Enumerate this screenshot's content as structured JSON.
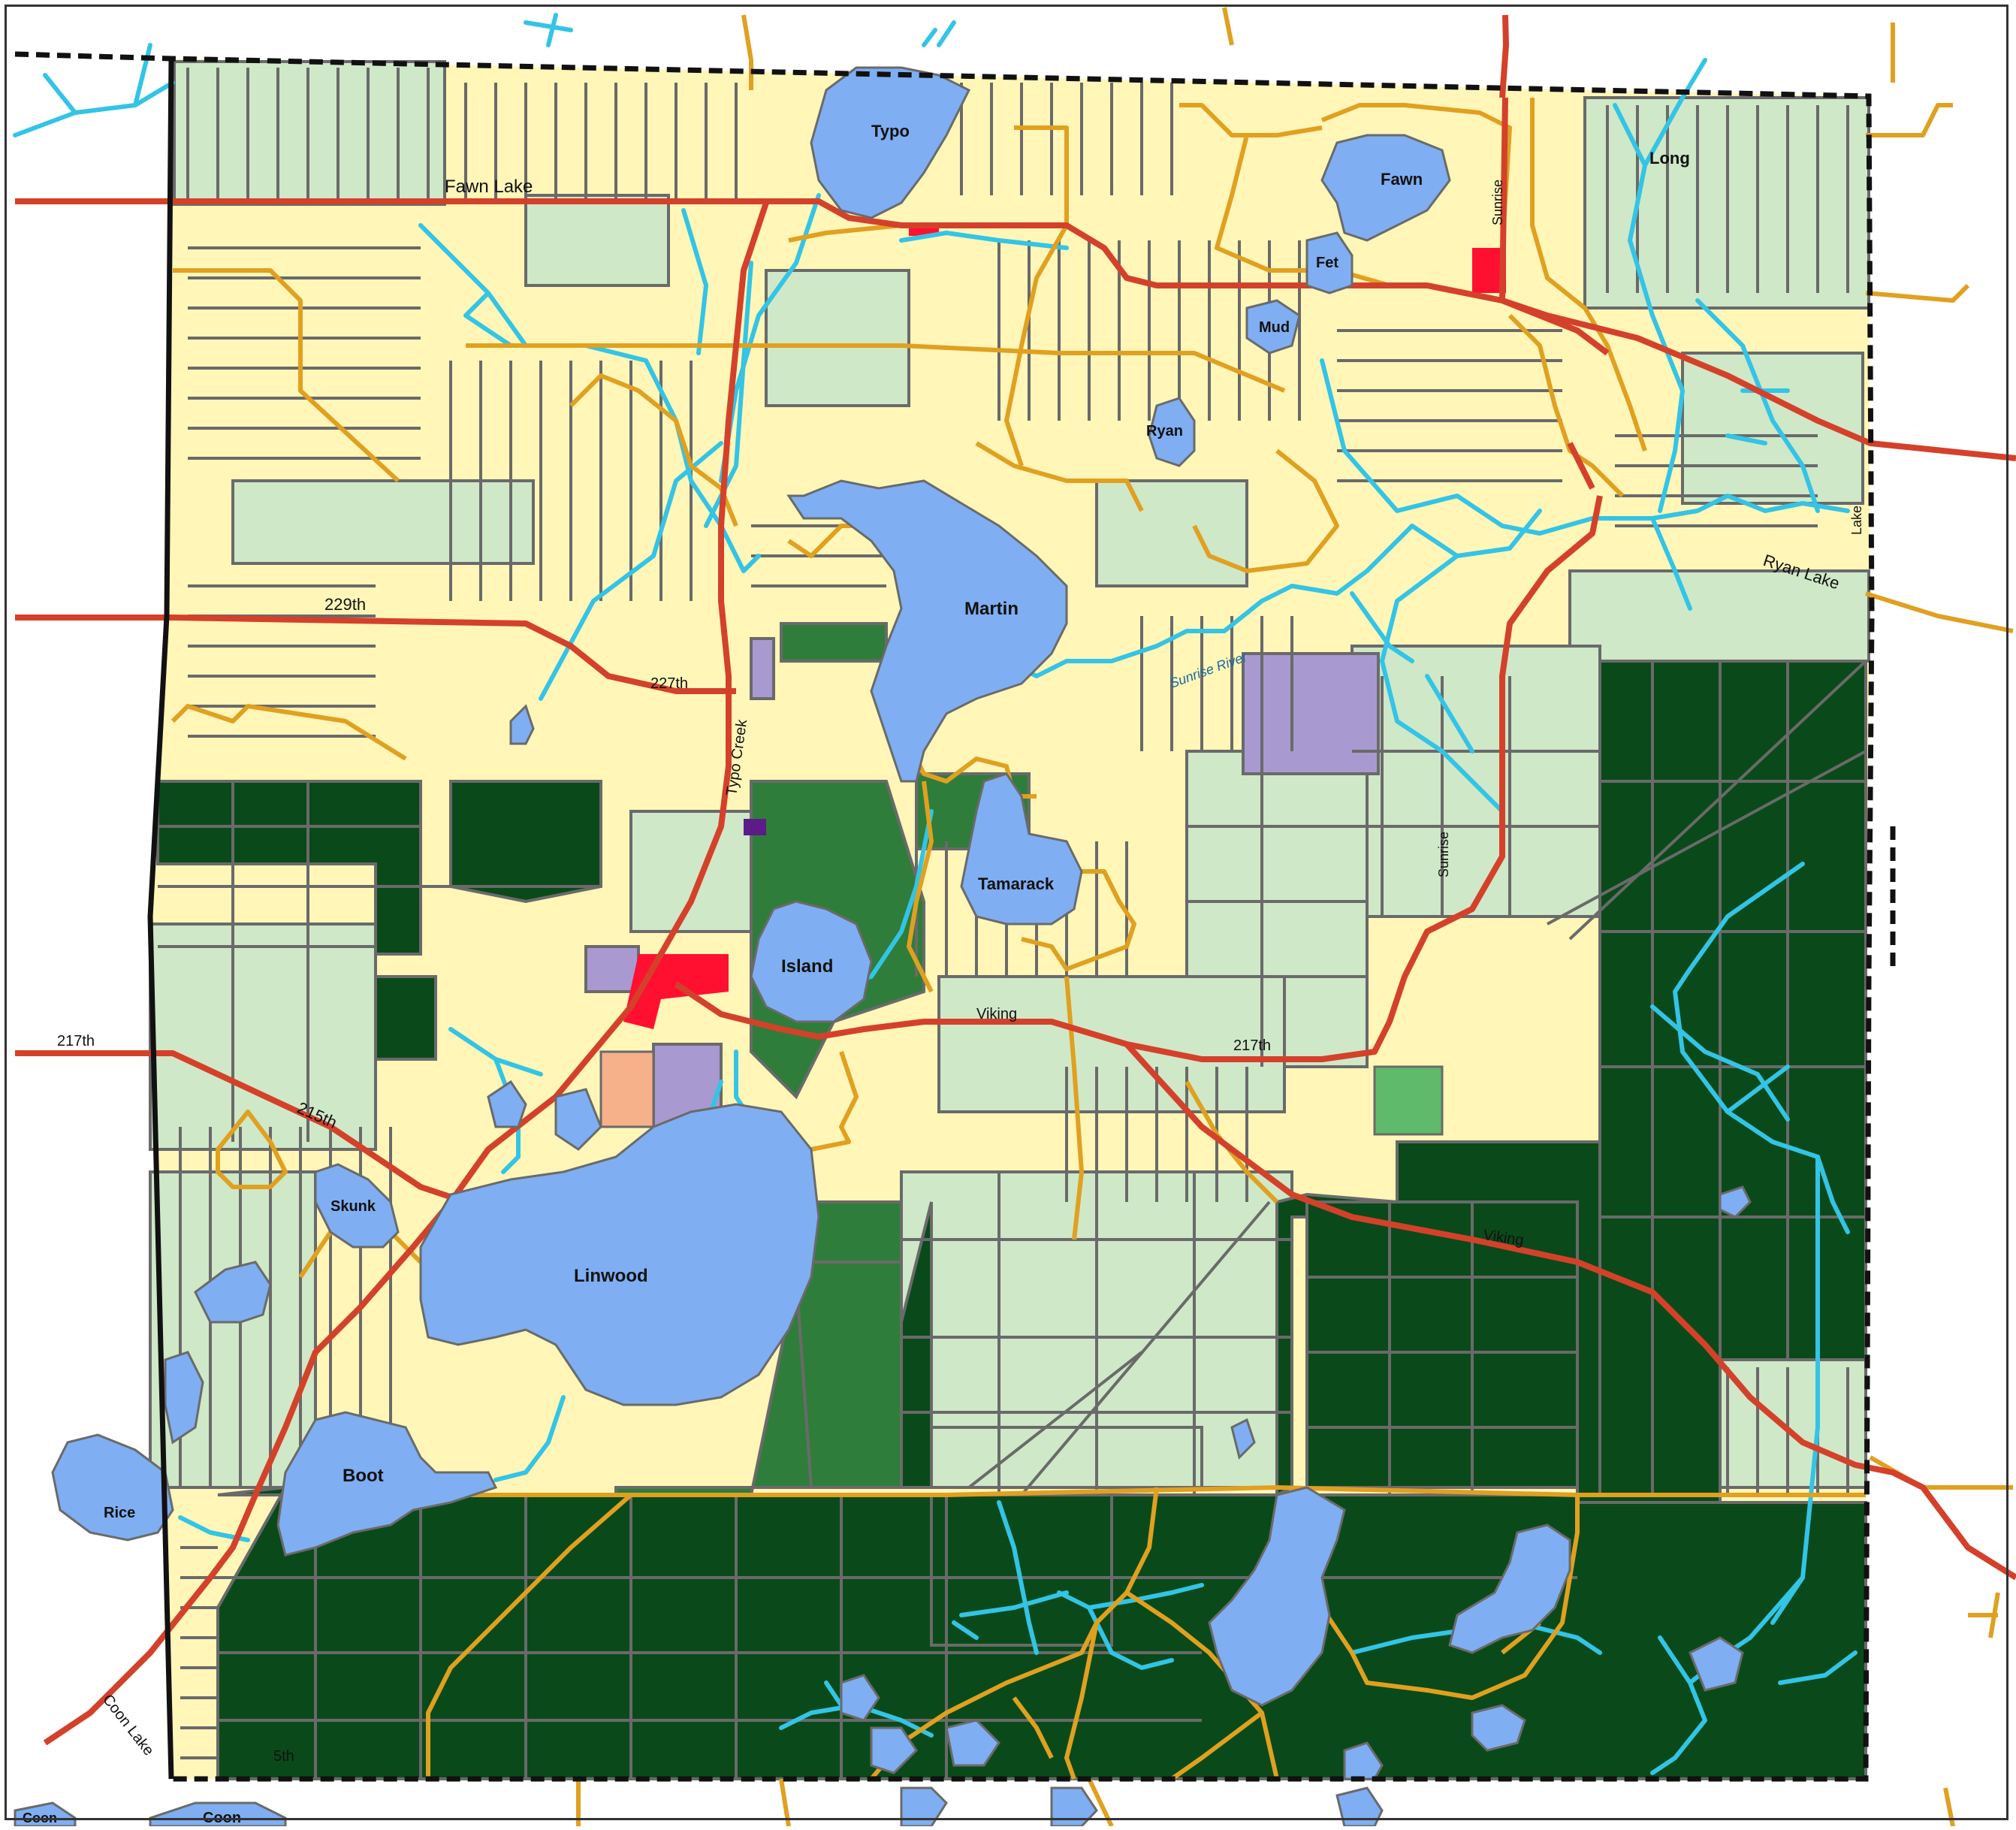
{
  "colors": {
    "background": "#ffffff",
    "water": "#7faef2",
    "stream": "#33c4e6",
    "major_road": "#d4412b",
    "county_road": "#e0a020",
    "parcel_line": "#6a6a6a",
    "residential": "#fff6b8",
    "rural": "#cfe8c8",
    "forest": "#0a4a1a",
    "park": "#2f7d3a",
    "park_light": "#5fba6b",
    "institutional": "#a89ad0",
    "commercial": "#ff1030",
    "commercial_light": "#f6b08a",
    "industrial": "#5b1c8a",
    "boundary": "#111111"
  },
  "lakes": {
    "typo": "Typo",
    "fawn": "Fawn",
    "fet": "Fet",
    "mud": "Mud",
    "ryan": "Ryan",
    "long": "Long",
    "martin": "Martin",
    "tamarack": "Tamarack",
    "island": "Island",
    "skunk": "Skunk",
    "linwood": "Linwood",
    "boot": "Boot",
    "rice": "Rice",
    "coon": "Coon",
    "coon_partial": "Coon"
  },
  "roads": {
    "fawn_lake": "Fawn Lake",
    "ryan_lake": "Ryan Lake",
    "r229th": "229th",
    "r227th": "227th",
    "typo_creek": "Typo Creek",
    "viking": "Viking",
    "r217th_west": "217th",
    "r217th_east": "217th",
    "r215th": "215th",
    "viking_east": "Viking",
    "coon_lake": "Coon Lake",
    "r5th": "5th",
    "sunrise": "Sunrise",
    "lake_east": "Lake",
    "sunrise_north": "Sunrise"
  }
}
